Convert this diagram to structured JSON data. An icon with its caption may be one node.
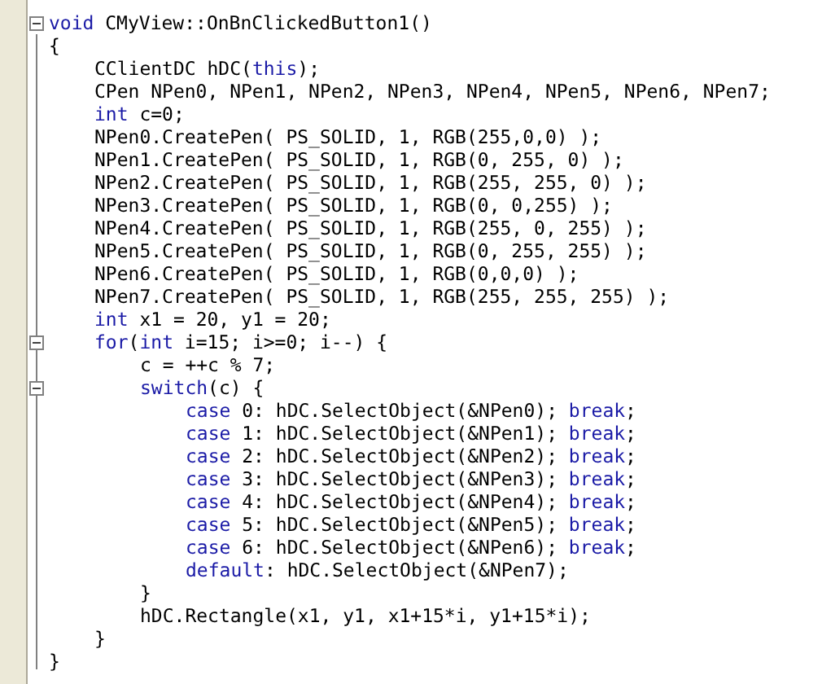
{
  "diagram": {
    "labels": [
      "void CMyView::OnBnClickedButton1()",
      "{",
      "CClientDC hDC(this);",
      "CPen NPen0, NPen1, NPen2, NPen3, NPen4, NPen5, NPen6, NPen7;",
      "int c=0;",
      "NPen0.CreatePen( PS_SOLID, 1, RGB(255,0,0) );",
      "NPen1.CreatePen( PS_SOLID, 1, RGB(0, 255, 0) );",
      "NPen2.CreatePen( PS_SOLID, 1, RGB(255, 255, 0) );",
      "NPen3.CreatePen( PS_SOLID, 1, RGB(0, 0,255) );",
      "NPen4.CreatePen( PS_SOLID, 1, RGB(255, 0, 255) );",
      "NPen5.CreatePen( PS_SOLID, 1, RGB(0, 255, 255) );",
      "NPen6.CreatePen( PS_SOLID, 1, RGB(0,0,0) );",
      "NPen7.CreatePen( PS_SOLID, 1, RGB(255, 255, 255) );",
      "int x1 = 20, y1 = 20;",
      "for(int i=15; i>=0; i--) {",
      "c = ++c % 7;",
      "switch(c) {",
      "case 0: hDC.SelectObject(&NPen0); break;",
      "case 1: hDC.SelectObject(&NPen1); break;",
      "case 2: hDC.SelectObject(&NPen2); break;",
      "case 3: hDC.SelectObject(&NPen3); break;",
      "case 4: hDC.SelectObject(&NPen4); break;",
      "case 5: hDC.SelectObject(&NPen5); break;",
      "case 6: hDC.SelectObject(&NPen6); break;",
      "default: hDC.SelectObject(&NPen7);",
      "}",
      "hDC.Rectangle(x1, y1, x1+15*i, y1+15*i);",
      "}",
      "}"
    ]
  }
}
